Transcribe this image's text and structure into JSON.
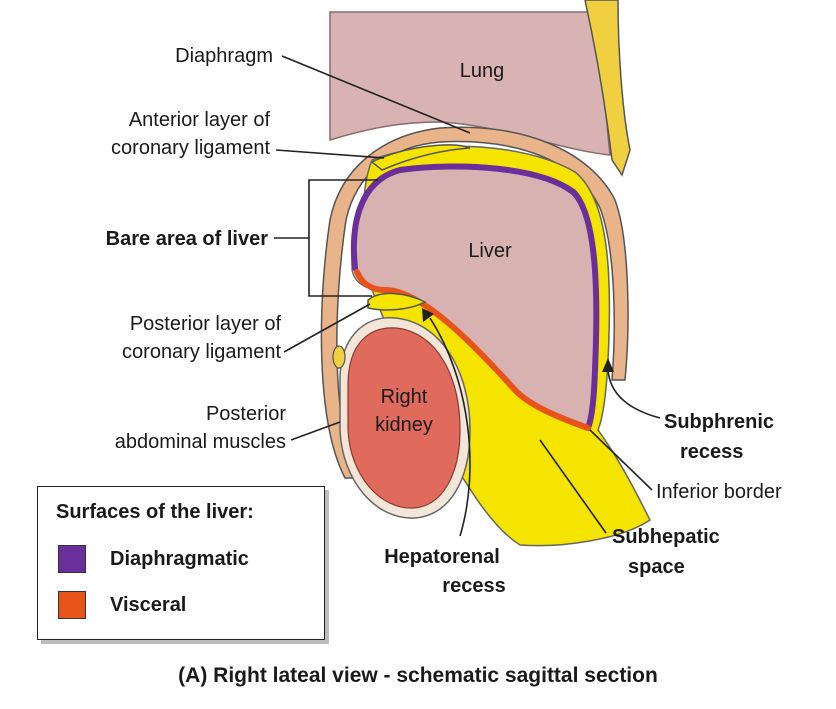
{
  "labels": {
    "diaphragm": "Diaphragm",
    "lung": "Lung",
    "anterior_coronary_1": "Anterior layer of",
    "anterior_coronary_2": "coronary ligament",
    "bare_area": "Bare area of liver",
    "liver": "Liver",
    "posterior_coronary_1": "Posterior layer of",
    "posterior_coronary_2": "coronary ligament",
    "right_kidney_1": "Right",
    "right_kidney_2": "kidney",
    "posterior_muscles_1": "Posterior",
    "posterior_muscles_2": "abdominal muscles",
    "subphrenic_1": "Subphrenic",
    "subphrenic_2": "recess",
    "inferior_border": "Inferior border",
    "subhepatic_1": "Subhepatic",
    "subhepatic_2": "space",
    "hepatorenal_1": "Hepatorenal",
    "hepatorenal_2": "recess"
  },
  "legend": {
    "title": "Surfaces of the liver:",
    "items": [
      {
        "label": "Diaphragmatic",
        "color": "#6a2f9a"
      },
      {
        "label": "Visceral",
        "color": "#e8531a"
      }
    ]
  },
  "caption": "(A) Right lateal view - schematic sagittal section",
  "colors": {
    "lung": "#d9b3b3",
    "liver": "#d8b2b0",
    "peritoneum_yellow": "#f5e300",
    "diaphragm_tan": "#e9b489",
    "kidney": "#e06a5c",
    "diaphragmatic_surface": "#6a2f9a",
    "visceral_surface": "#e8531a"
  }
}
